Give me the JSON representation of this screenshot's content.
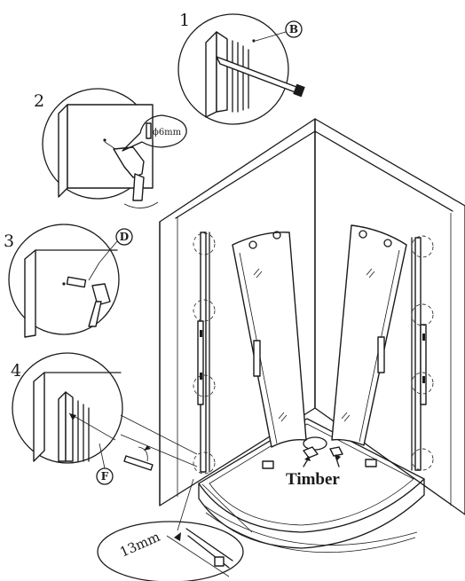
{
  "steps": [
    {
      "number": "1",
      "part_letter": "B"
    },
    {
      "number": "2",
      "drill_size": "ϕ6mm"
    },
    {
      "number": "3",
      "part_letter": "D"
    },
    {
      "number": "4",
      "part_letter": "F"
    }
  ],
  "annotations": {
    "timber_label": "Timber",
    "gap_dimension": "13mm"
  }
}
